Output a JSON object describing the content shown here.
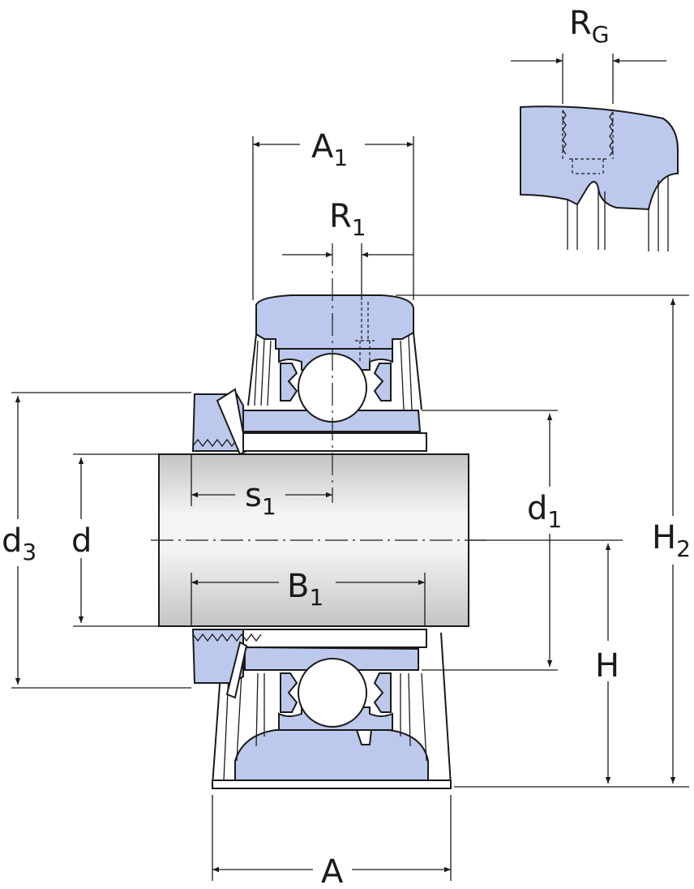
{
  "colors": {
    "part_fill": "#bcc9ec",
    "shaft_light": "#f4f4f4",
    "shaft_dark": "#c4c4c4",
    "line": "#1a1a1a"
  },
  "dimensions": {
    "RG": {
      "main": "R",
      "sub": "G"
    },
    "A1": {
      "main": "A",
      "sub": "1"
    },
    "R1": {
      "main": "R",
      "sub": "1"
    },
    "s1": {
      "main": "s",
      "sub": "1"
    },
    "d1": {
      "main": "d",
      "sub": "1"
    },
    "d3": {
      "main": "d",
      "sub": "3"
    },
    "d": {
      "main": "d"
    },
    "B1": {
      "main": "B",
      "sub": "1"
    },
    "H": {
      "main": "H"
    },
    "H2": {
      "main": "H",
      "sub": "2"
    },
    "A": {
      "main": "A"
    }
  }
}
